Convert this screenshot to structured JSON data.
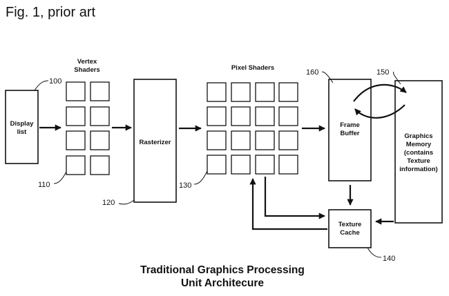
{
  "figure_label": "Fig. 1, prior art",
  "caption": {
    "line1": "Traditional Graphics Processing",
    "line2": "Unit Architecure"
  },
  "blocks": {
    "display_list": {
      "lines": [
        "Display",
        "list"
      ],
      "ref": "100"
    },
    "vertex_shaders": {
      "lines": [
        "Vertex",
        "Shaders"
      ],
      "ref": "110"
    },
    "rasterizer": {
      "lines": [
        "Rasterizer"
      ],
      "ref": "120"
    },
    "pixel_shaders": {
      "lines": [
        "Pixel Shaders"
      ],
      "ref": "130"
    },
    "frame_buffer": {
      "lines": [
        "Frame",
        "Buffer"
      ],
      "ref": "160"
    },
    "texture_cache": {
      "lines": [
        "Texture",
        "Cache"
      ],
      "ref": "140"
    },
    "graphics_memory": {
      "lines": [
        "Graphics",
        "Memory",
        "(contains",
        "Texture",
        "information)"
      ],
      "ref": "150"
    }
  },
  "colors": {
    "ink": "#111111",
    "paper": "#ffffff"
  }
}
